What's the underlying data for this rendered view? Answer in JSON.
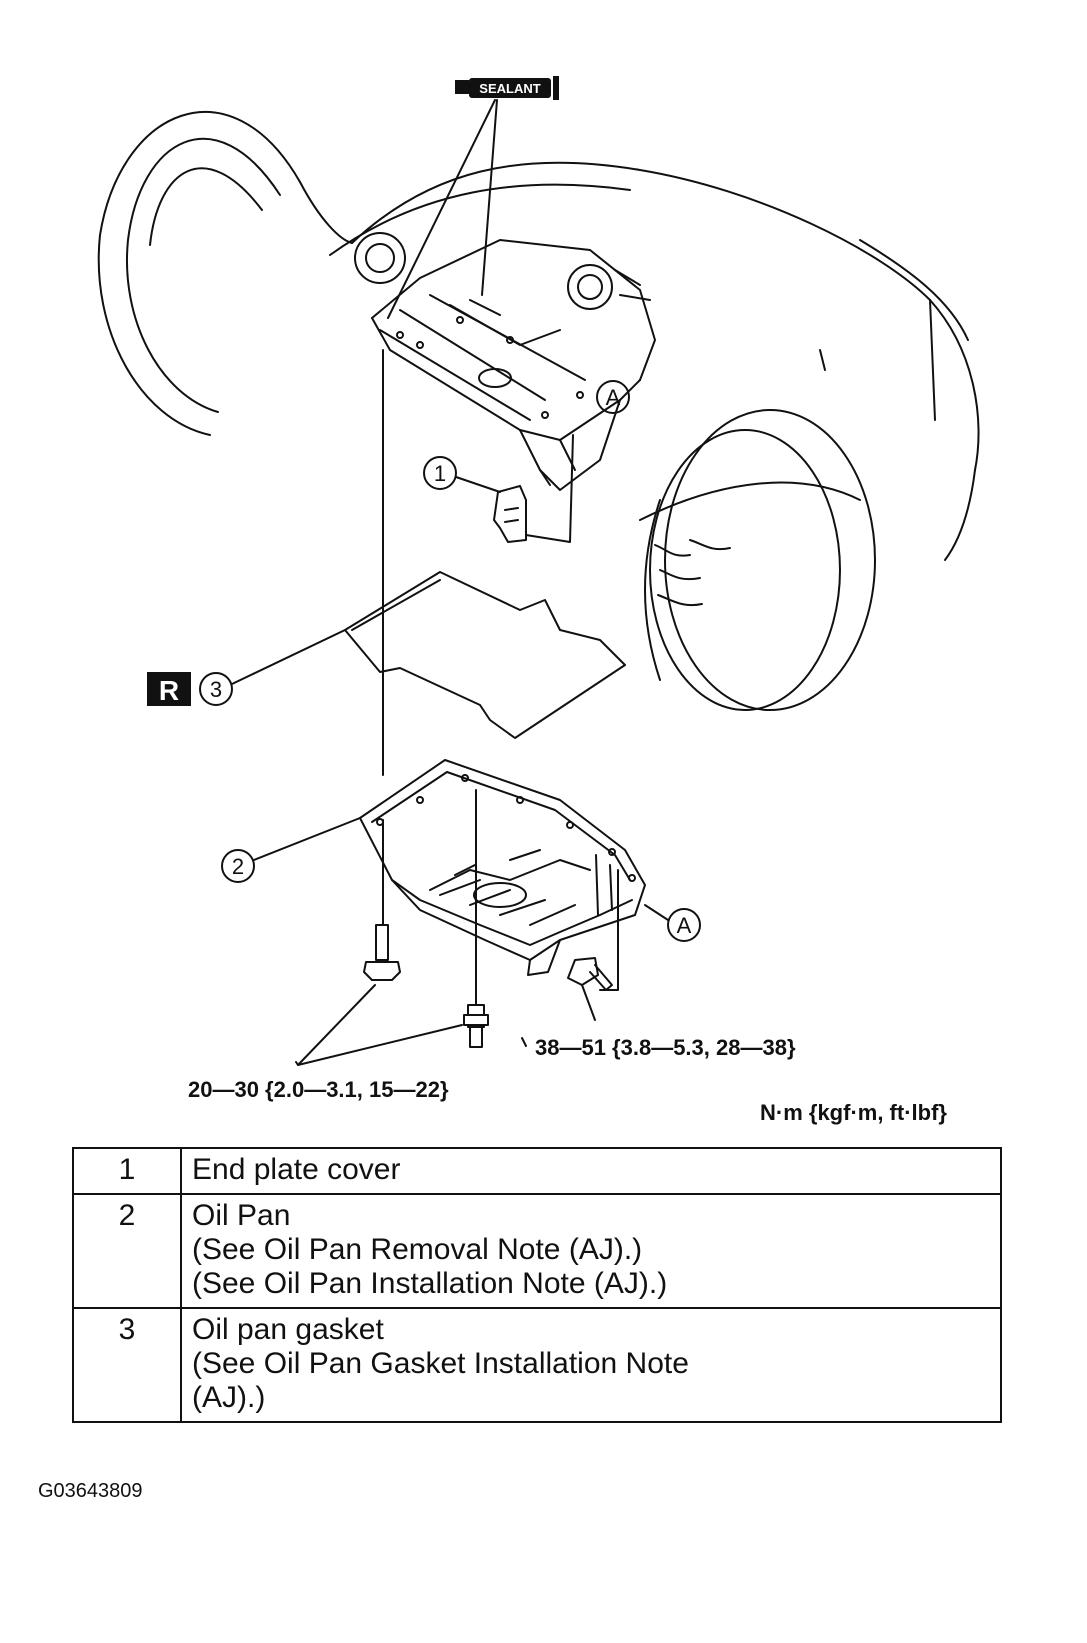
{
  "callouts": {
    "sealant": "SEALANT",
    "ref_mark": "R",
    "part_1": "1",
    "part_2": "2",
    "part_3": "3",
    "point_a_top": "A",
    "point_a_bottom": "A"
  },
  "torque": {
    "small_bolt": "20—30 {2.0—3.1, 15—22}",
    "large_bolt": "38—51 {3.8—5.3, 28—38}",
    "units": "N·m {kgf·m, ft·lbf}"
  },
  "parts": [
    {
      "num": "1",
      "lines": [
        "End plate cover"
      ]
    },
    {
      "num": "2",
      "lines": [
        "Oil Pan",
        "(See Oil Pan Removal Note (AJ).)",
        "(See Oil Pan Installation Note (AJ).)"
      ]
    },
    {
      "num": "3",
      "lines": [
        "Oil pan gasket",
        "(See Oil Pan Gasket Installation Note",
        "(AJ).)"
      ]
    }
  ],
  "figure_code": "G03643809"
}
